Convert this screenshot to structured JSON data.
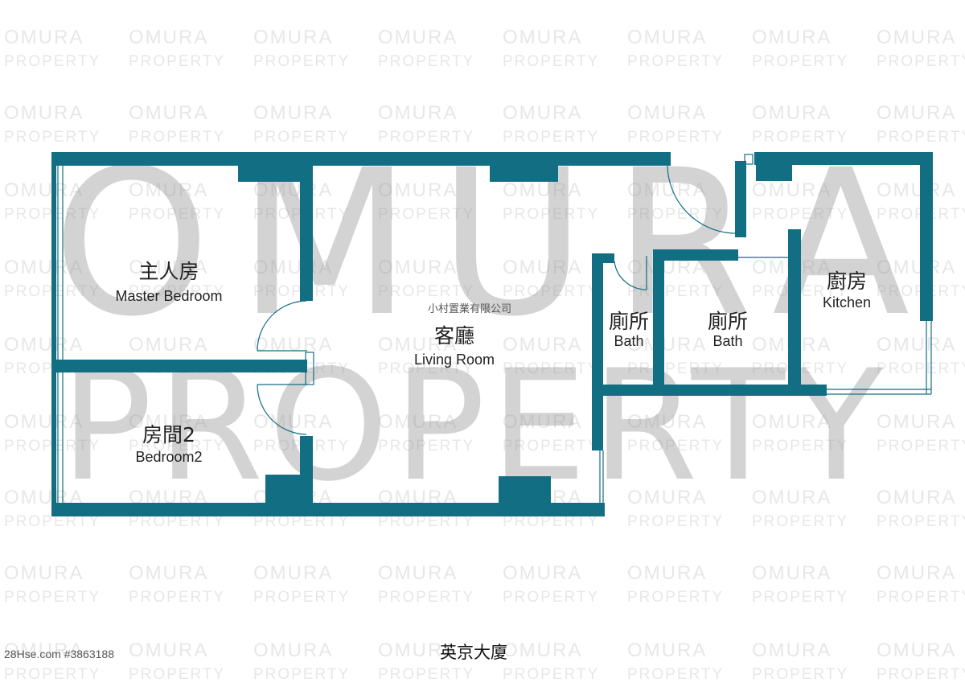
{
  "watermark": {
    "tile_line1": "OMURA",
    "tile_line2": "PROPERTY",
    "big_line1": "OMURA",
    "big_line2": "PROPERTY"
  },
  "company_note": "小村置業有限公司",
  "building_name": "英京大廈",
  "listing_ref": "28Hse.com #3863188",
  "colors": {
    "wall": "#126e82",
    "window": "#126e82",
    "label": "#222222"
  },
  "rooms": {
    "master_bedroom": {
      "zh": "主人房",
      "en": "Master Bedroom"
    },
    "bedroom2": {
      "zh": "房間2",
      "en": "Bedroom2"
    },
    "living_room": {
      "zh": "客廳",
      "en": "Living Room"
    },
    "bath1": {
      "zh": "廁所",
      "en": "Bath"
    },
    "bath2": {
      "zh": "廁所",
      "en": "Bath"
    },
    "kitchen": {
      "zh": "廚房",
      "en": "Kitchen"
    }
  }
}
